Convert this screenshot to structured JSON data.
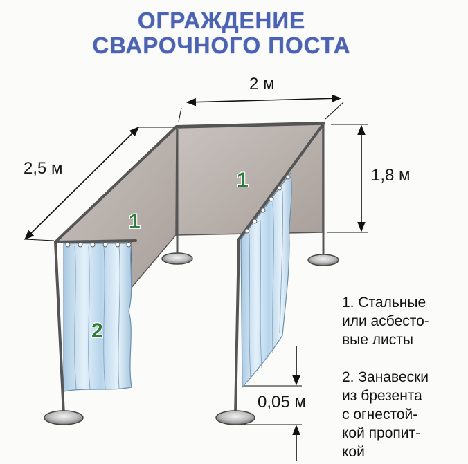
{
  "title": {
    "line1": "ОГРАЖДЕНИЕ",
    "line2": "СВАРОЧНОГО ПОСТА"
  },
  "dimensions": {
    "width": "2 м",
    "length": "2,5 м",
    "height": "1,8 м",
    "clearance": "0,05 м"
  },
  "markers": {
    "panel_left": "1",
    "panel_back": "1",
    "curtain": "2"
  },
  "legend": {
    "item1": [
      "1. Стальные",
      "или асбесто-",
      "вые листы"
    ],
    "item2": [
      "2. Занавески",
      "из брезента",
      "с огнестой-",
      "кой пропит-",
      "кой"
    ]
  },
  "colors": {
    "title": "#4a63b4",
    "panel": "#b9b1ad",
    "curtain": "#bcd7ea",
    "marker": "#2f7d3a"
  }
}
